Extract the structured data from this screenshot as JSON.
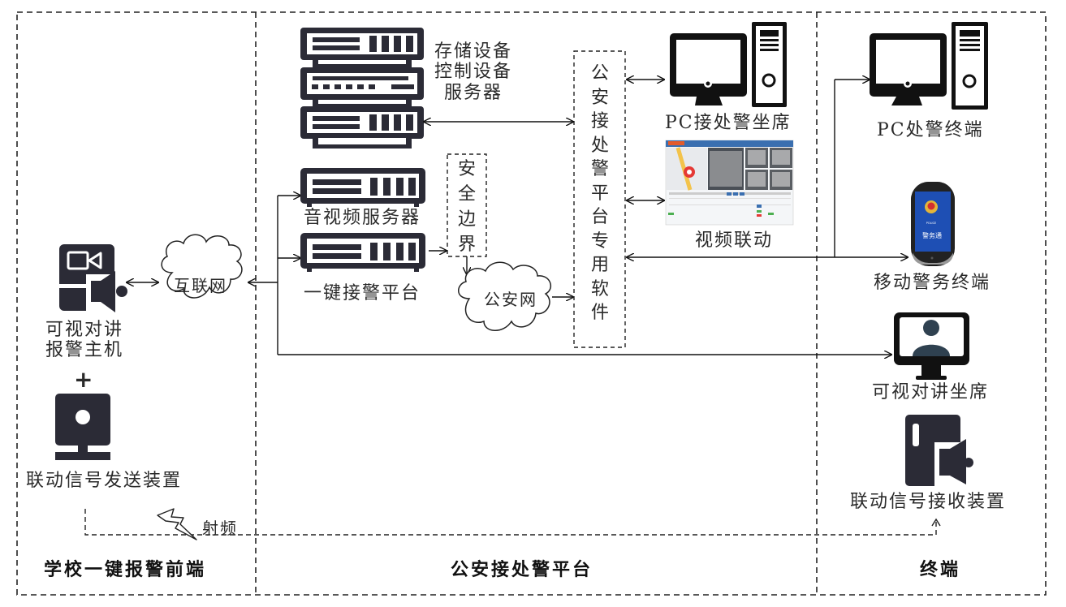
{
  "sections": {
    "front_end": "学校一键报警前端",
    "platform": "公安接处警平台",
    "terminal": "终端"
  },
  "front_end": {
    "intercom_host": [
      "可视对讲",
      "报警主机"
    ],
    "plus": "+",
    "signal_sender": "联动信号发送装置",
    "internet": "互联网",
    "rf_label": "射频"
  },
  "platform": {
    "storage_server": [
      "存储设备",
      "控制设备",
      "服务器"
    ],
    "av_server": "音视频服务器",
    "one_key_platform": "一键接警平台",
    "security_boundary": "安全边界",
    "police_net": "公安网",
    "software": "公安接处警平台专用软件",
    "pc_seat": "PC接处警坐席",
    "video_link": "视频联动"
  },
  "terminal": {
    "pc_terminal": "PC处警终端",
    "mobile_terminal": "移动警务终端",
    "phone_app_label": "警务通",
    "phone_badge_text": "POLICE",
    "intercom_seat": "可视对讲坐席",
    "signal_receiver": "联动信号接收装置"
  },
  "colors": {
    "icon_dark": "#2b2b36",
    "line": "#111111",
    "phone_screen": "#1e4fb4",
    "person": "#2f4150"
  }
}
